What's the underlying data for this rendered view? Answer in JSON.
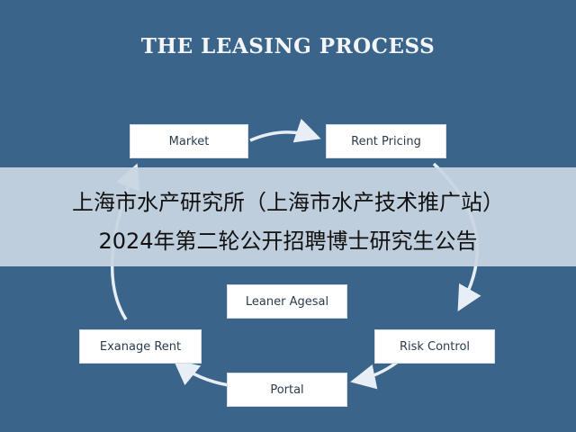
{
  "title": "THE LEASING PROCESS",
  "nodes": {
    "market": "Market",
    "rent_pricing": "Rent Pricing",
    "risk_control": "Risk Control",
    "portal": "Portal",
    "exanage_rent": "Exanage Rent",
    "leaner_agesal": "Leaner Agesal"
  },
  "overlay": {
    "line1": "上海市水产研究所（上海市水产技术推广站）",
    "line2": "2024年第二轮公开招聘博士研究生公告"
  },
  "colors": {
    "background": "#3a6489",
    "box": "#ffffff",
    "arrow": "#e8eef5",
    "banner": "#c8d6e2"
  }
}
